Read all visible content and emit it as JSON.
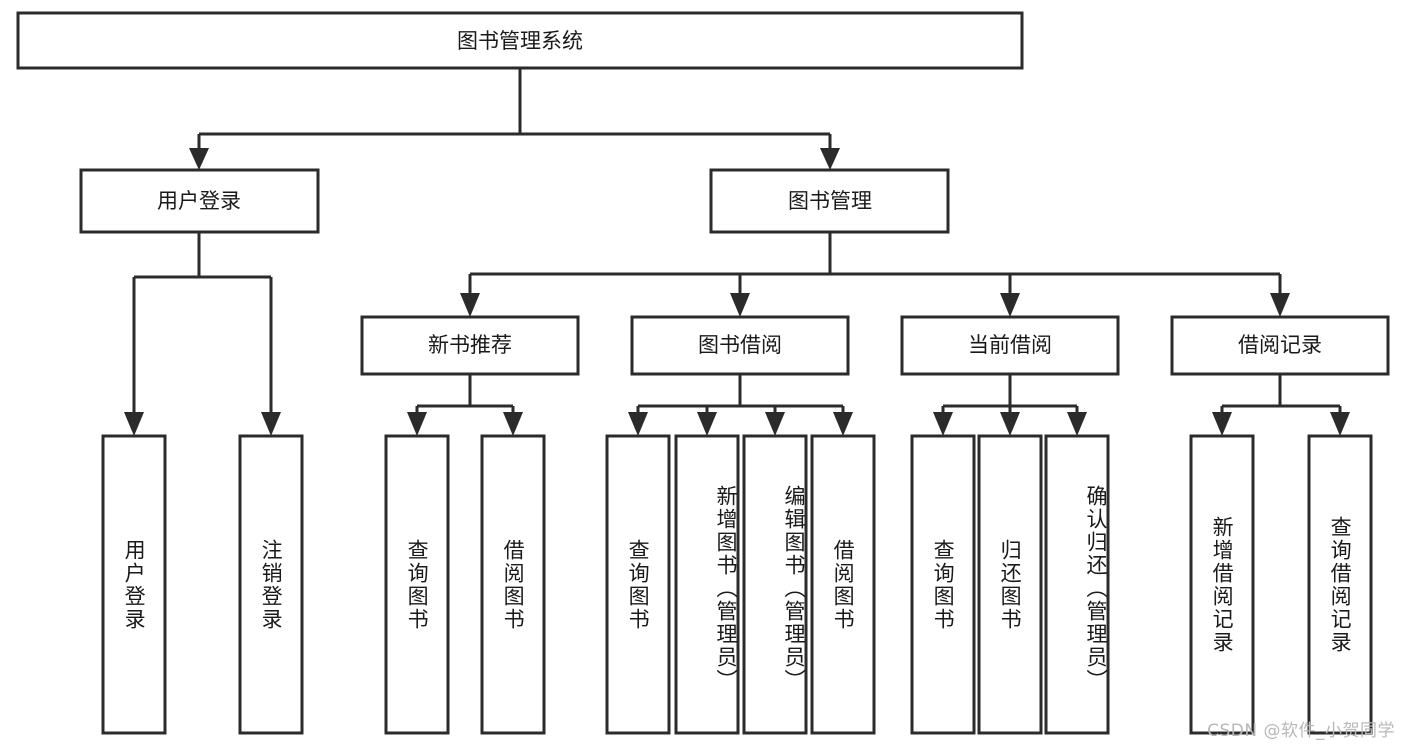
{
  "diagram": {
    "title": "图书管理系统",
    "type": "hierarchy-tree",
    "orientation": "top-down",
    "watermark": "CSDN @软件_小贺同学",
    "colors": {
      "box_stroke": "#2b2b2b",
      "box_fill": "#ffffff",
      "connector": "#2b2b2b",
      "text": "#1a1a1a",
      "watermark": "#b8b8b8",
      "background": "#ffffff"
    },
    "levels": {
      "root": {
        "label": "图书管理系统"
      },
      "level2": [
        {
          "id": "user-login",
          "label": "用户登录"
        },
        {
          "id": "book-management",
          "label": "图书管理"
        }
      ],
      "level3": [
        {
          "id": "new-book-recommend",
          "label": "新书推荐",
          "parent": "book-management"
        },
        {
          "id": "book-borrow",
          "label": "图书借阅",
          "parent": "book-management"
        },
        {
          "id": "current-borrow",
          "label": "当前借阅",
          "parent": "book-management"
        },
        {
          "id": "borrow-record",
          "label": "借阅记录",
          "parent": "book-management"
        }
      ],
      "leaves": [
        {
          "id": "leaf-user-login",
          "label": "用户登录",
          "parent": "user-login"
        },
        {
          "id": "leaf-logout-login",
          "label": "注销登录",
          "parent": "user-login"
        },
        {
          "id": "leaf-query-book-1",
          "label": "查询图书",
          "parent": "new-book-recommend"
        },
        {
          "id": "leaf-borrow-book-1",
          "label": "借阅图书",
          "parent": "new-book-recommend"
        },
        {
          "id": "leaf-query-book-2",
          "label": "查询图书",
          "parent": "book-borrow"
        },
        {
          "id": "leaf-add-book",
          "label": "新增图书（管理员）",
          "parent": "book-borrow"
        },
        {
          "id": "leaf-edit-book",
          "label": "编辑图书（管理员）",
          "parent": "book-borrow"
        },
        {
          "id": "leaf-borrow-book-2",
          "label": "借阅图书",
          "parent": "book-borrow"
        },
        {
          "id": "leaf-query-book-3",
          "label": "查询图书",
          "parent": "current-borrow"
        },
        {
          "id": "leaf-return-book",
          "label": "归还图书",
          "parent": "current-borrow"
        },
        {
          "id": "leaf-confirm-return",
          "label": "确认归还（管理员）",
          "parent": "current-borrow"
        },
        {
          "id": "leaf-add-record",
          "label": "新增借阅记录",
          "parent": "borrow-record"
        },
        {
          "id": "leaf-query-record",
          "label": "查询借阅记录",
          "parent": "borrow-record"
        }
      ]
    }
  }
}
